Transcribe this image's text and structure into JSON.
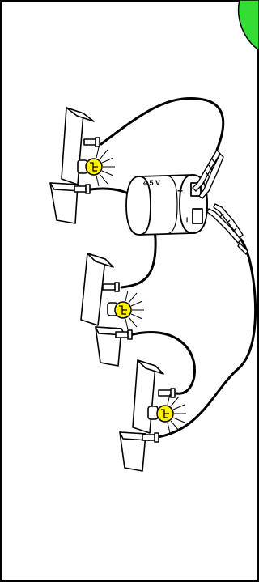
{
  "battery": {
    "voltage_label": "4,5 V",
    "plus_label": "+",
    "minus_label": "–"
  },
  "colors": {
    "bulb": "#ffef00",
    "corner_badge": "#33dd33",
    "wire": "#000000",
    "outline": "#000000"
  },
  "components": {
    "bulbs": [
      "bulb-1",
      "bulb-2",
      "bulb-3"
    ],
    "icons": [
      "battery-icon",
      "alligator-clip-icon",
      "lamp-holder-icon",
      "bulb-icon",
      "light-rays-icon"
    ]
  }
}
